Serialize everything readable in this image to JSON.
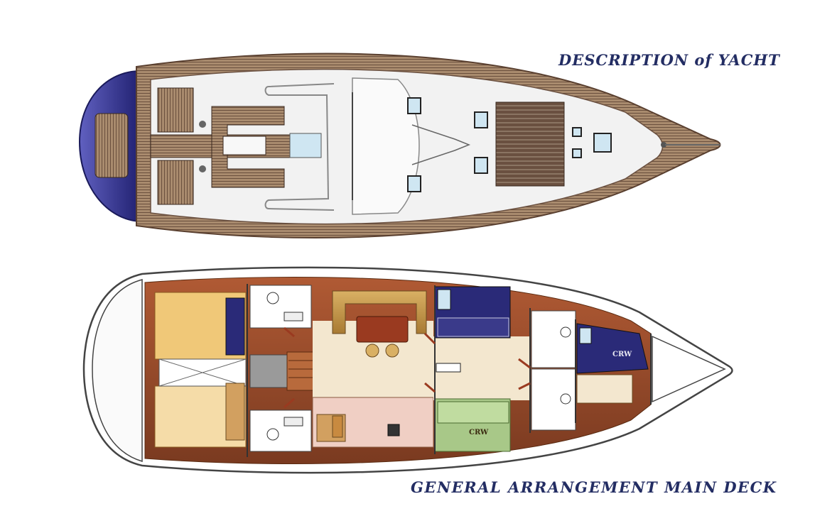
{
  "titles": {
    "top": "DESCRIPTION of YACHT",
    "bottom": "GENERAL  ARRANGEMENT  MAIN DECK"
  },
  "cabins": {
    "crew_forward": "CRW",
    "crew_aft": "CRW"
  },
  "colors": {
    "title": "#232d63",
    "hull_stern_blue": "#3a3a9a",
    "teak": "#8a6a50",
    "deck_white": "#f2f2f2",
    "salon_wood": "#9a4a2a",
    "settee": "#c9a050",
    "cabin_yellow": "#f0c878",
    "crew_cabin_green": "#a8c888",
    "bunk_navy": "#2a2a78",
    "floor_cream": "#f3e7cf"
  }
}
